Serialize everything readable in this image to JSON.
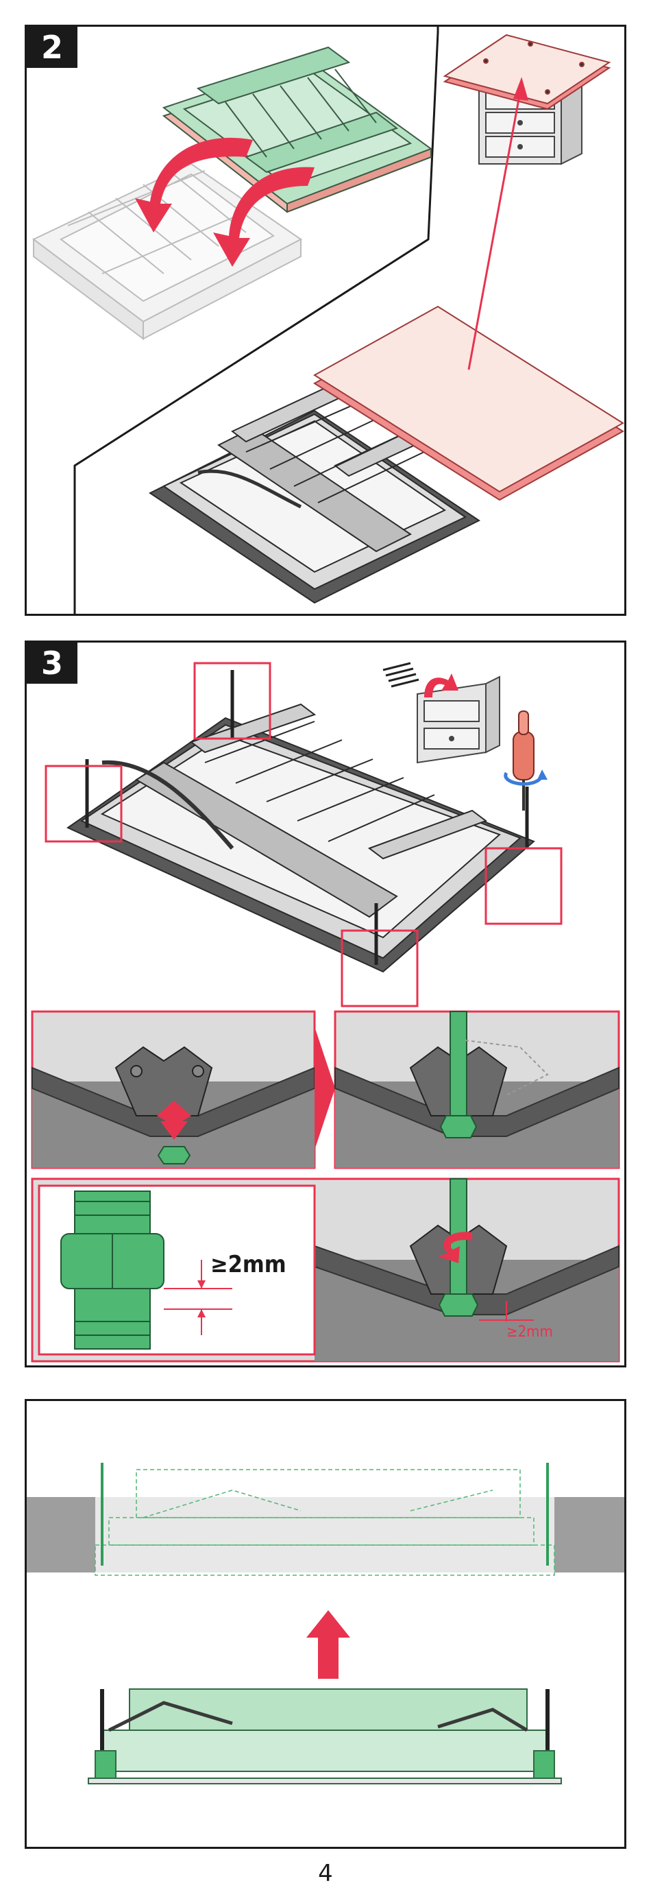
{
  "steps": [
    {
      "number": "2"
    },
    {
      "number": "3"
    }
  ],
  "measure": {
    "label": "≥2mm",
    "label_small": "≥2mm"
  },
  "page": {
    "number": "4"
  },
  "colors": {
    "accent_red": "#e8334f",
    "component_green": "#a8dcb8",
    "nut_green": "#4fb873",
    "panel_pink": "#f9e3dc",
    "frame_dark": "#595959"
  }
}
